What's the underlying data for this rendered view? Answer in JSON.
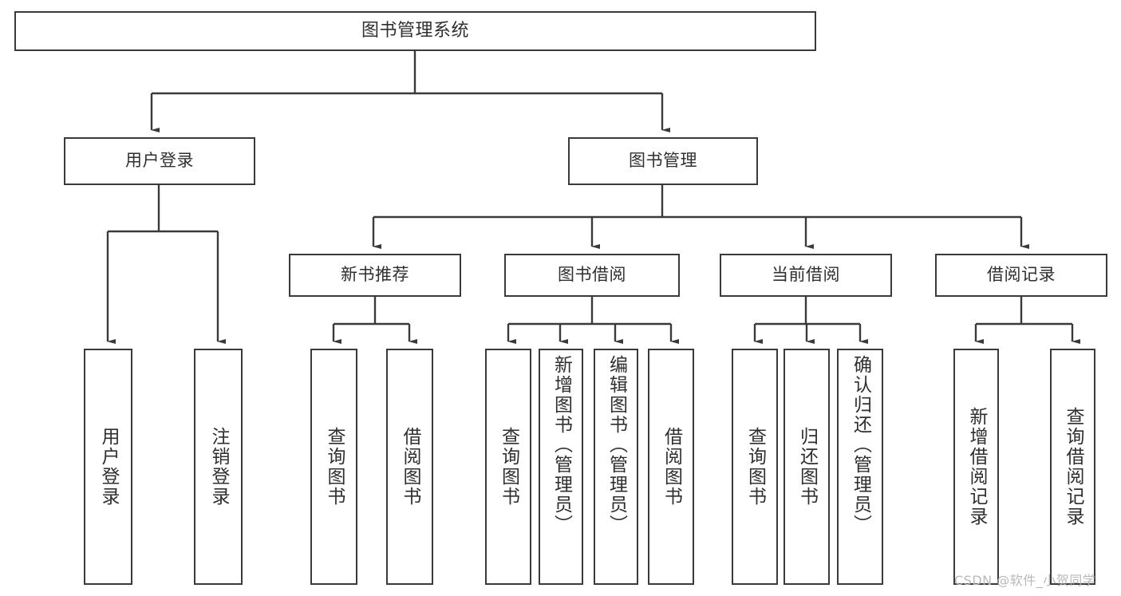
{
  "diagram": {
    "title": "图书管理系统",
    "type": "tree-hierarchy",
    "watermark": "CSDN @软件_小贺同学",
    "accent_border_color": "#3a3a3a",
    "text_color": "#2f2f2f",
    "background_color": "#ffffff",
    "nodes": {
      "root": "图书管理系统",
      "level2": {
        "user_login": "用户登录",
        "book_management": "图书管理"
      },
      "level3": {
        "new_book_recommend": "新书推荐",
        "book_borrow": "图书借阅",
        "current_borrow": "当前借阅",
        "borrow_record": "借阅记录"
      },
      "leaves": {
        "user_login_1": "用户登录",
        "user_login_2": "注销登录",
        "new_book_1": "查询图书",
        "new_book_2": "借阅图书",
        "book_borrow_1": "查询图书",
        "book_borrow_2": "新增图书（管理员）",
        "book_borrow_3": "编辑图书（管理员）",
        "book_borrow_4": "借阅图书",
        "current_borrow_1": "查询图书",
        "current_borrow_2": "归还图书",
        "current_borrow_3": "确认归还（管理员）",
        "borrow_record_1": "新增借阅记录",
        "borrow_record_2": "查询借阅记录"
      }
    }
  }
}
